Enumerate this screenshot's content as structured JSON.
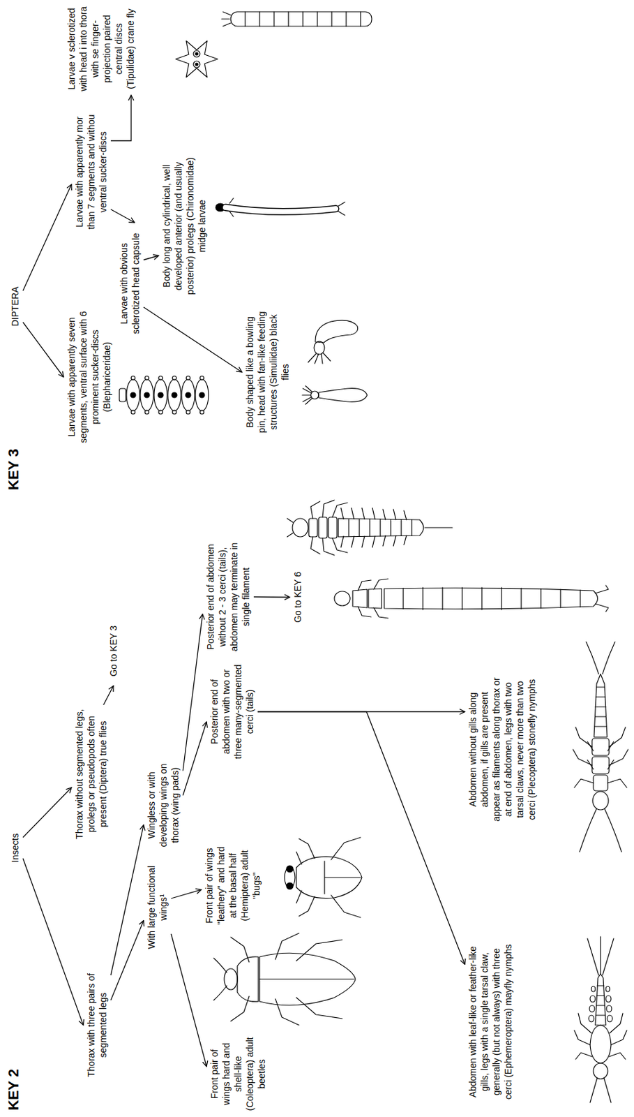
{
  "diagram": {
    "nodes": [
      {
        "text": [
          "Insects"
        ]
      },
      {
        "text": [
          "Thorax with three pairs of segmented legs"
        ]
      },
      {
        "text": [
          "Thorax without segmented legs, prolegs or pseudopods often present (Diptera) true flies"
        ]
      },
      {
        "text": [
          "Go to KEY 3"
        ]
      },
      {
        "text": [
          "With large functional wings¹"
        ]
      },
      {
        "text": [
          "Wingless or with developing wings on thorax (wing pads)"
        ]
      },
      {
        "text": [
          "Front pair of wings hard and shell-like (Coleoptera) adult beetles"
        ]
      },
      {
        "text": [
          "Front pair of wings \"leathery\" and hard at the basal half (Hemiptera) adult \"bugs\""
        ]
      },
      {
        "text": [
          "Posterior end of abdomen with two or three many-segmented cerci (tails)"
        ]
      },
      {
        "text": [
          "Posterior end of abdomen without 2 - 3 cerci (tails), abdomen may terminate in single filament"
        ]
      },
      {
        "text": [
          "Go to KEY 6"
        ]
      },
      {
        "text": [
          "Abdomen with leaf-like or feather-like gills, legs with a single tarsal claw, generally (but not always) with three cerci (Ephemeroptera) mayfly nymphs"
        ]
      },
      {
        "text": [
          "Abdomen without gills along abdomen, if gills are present appear as filaments along thorax or at end of abdomen, legs with two tarsal claws, never more than two cerci (Plecoptera) stonefly nymphs"
        ]
      },
      {
        "text": [
          "DIPTERA"
        ]
      },
      {
        "text": [
          "Larvae with apparently seven segments, ventral surface with 6 prominent sucker-discs (Blephariceridae)"
        ]
      },
      {
        "text": [
          "Larvae with obvious sclerotized head capsule"
        ]
      },
      {
        "text": [
          "Larvae with apparently mor than 7 segments and withou ventral sucker-discs"
        ]
      },
      {
        "text": [
          "Body shaped like a bowling pin, head with fan-like feeding structures (Simuliidae) black flies"
        ]
      },
      {
        "text": [
          "Body long and cylindrical, well developed anterior (and usually posterior) prolegs (Chironomidae) midge larvae"
        ]
      },
      {
        "text": [
          "Larvae v sclerotized with head i into thora with se finger- projection paired central discs (Tipulidae) crane fly"
        ]
      }
    ],
    "edges": [
      {
        "from": 0,
        "to": 1,
        "arrow": "to"
      },
      {
        "from": 0,
        "to": 2,
        "arrow": "to"
      },
      {
        "from": 2,
        "to": 3,
        "arrow": "to"
      },
      {
        "from": 1,
        "to": 4,
        "arrow": "to"
      },
      {
        "from": 1,
        "to": 5,
        "arrow": "to"
      },
      {
        "from": 4,
        "to": 6,
        "arrow": "to"
      },
      {
        "from": 4,
        "to": 7,
        "arrow": "to"
      },
      {
        "from": 5,
        "to": 8,
        "arrow": "to"
      },
      {
        "from": 5,
        "to": 9,
        "arrow": "to"
      },
      {
        "from": 9,
        "to": 10,
        "arrow": "to"
      },
      {
        "from": 8,
        "to": 11,
        "arrow": "to"
      },
      {
        "from": 8,
        "to": 12,
        "arrow": "to"
      },
      {
        "from": 13,
        "to": 14,
        "arrow": "to"
      },
      {
        "from": 13,
        "to": 16,
        "arrow": "to"
      },
      {
        "from": 16,
        "to": 15,
        "arrow": "to"
      },
      {
        "from": 16,
        "to": 19,
        "arrow": "to"
      },
      {
        "from": 15,
        "to": 17,
        "arrow": "to"
      },
      {
        "from": 15,
        "to": 18,
        "arrow": "to"
      }
    ],
    "labels": [
      "KEY 2",
      "KEY 3"
    ]
  }
}
